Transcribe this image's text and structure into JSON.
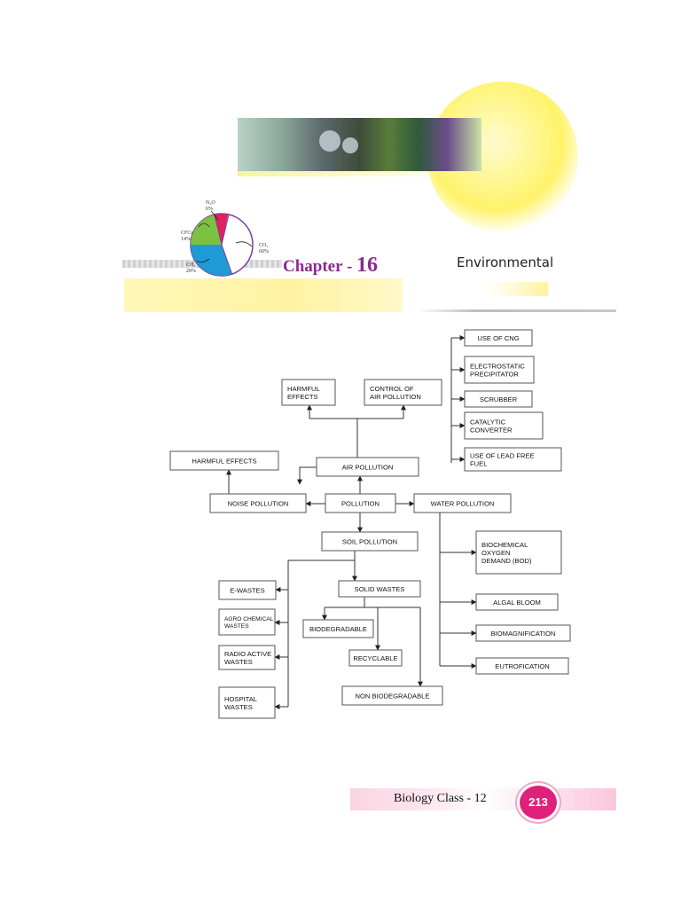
{
  "header": {
    "chapter_prefix": "Chapter - ",
    "chapter_number": "16",
    "title": "Environmental",
    "pie": {
      "labels": {
        "n2o": "N₂O\n6%",
        "cfcs": "CFCs\n14%",
        "co2": "CO₂\n60%",
        "ch4": "CH₄\n20%"
      },
      "colors": {
        "n2o": "#e0215f",
        "cfcs": "#7cc242",
        "ch4": "#1e9ad6",
        "co2": "#ffffff",
        "outline": "#7b3fa0"
      }
    }
  },
  "flowchart": {
    "nodes": [
      {
        "id": "use-of-cng",
        "label": "USE OF CNG"
      },
      {
        "id": "electrostatic-precipitator",
        "label": "ELECTROSTATIC\nPRECIPITATOR"
      },
      {
        "id": "scrubber",
        "label": "SCRUBBER"
      },
      {
        "id": "catalytic-converter",
        "label": "CATALYTIC\nCONVERTER"
      },
      {
        "id": "use-of-lead-free-fuel",
        "label": "USE OF LEAD FREE\nFUEL"
      },
      {
        "id": "harmful-effects-air",
        "label": "HARMFUL\nEFFECTS"
      },
      {
        "id": "control-of-air-pollution",
        "label": "CONTROL OF\nAIR POLLUTION"
      },
      {
        "id": "harmful-effects-noise",
        "label": "HARMFUL EFFECTS"
      },
      {
        "id": "air-pollution",
        "label": "AIR POLLUTION"
      },
      {
        "id": "noise-pollution",
        "label": "NOISE POLLUTION"
      },
      {
        "id": "pollution",
        "label": "POLLUTION"
      },
      {
        "id": "water-pollution",
        "label": "WATER POLLUTION"
      },
      {
        "id": "soil-pollution",
        "label": "SOIL POLLUTION"
      },
      {
        "id": "biochemical-oxygen-demand",
        "label": "BIOCHEMICAL\nOXYGEN\nDEMAND (BOD)"
      },
      {
        "id": "e-wastes",
        "label": "E-WASTES"
      },
      {
        "id": "solid-wastes",
        "label": "SOLID WASTES"
      },
      {
        "id": "algal-bloom",
        "label": "ALGAL BLOOM"
      },
      {
        "id": "agro-chemical-wastes",
        "label": "AGRO CHEMICAL\nWASTES"
      },
      {
        "id": "biodegradable",
        "label": "BIODEGRADABLE"
      },
      {
        "id": "biomagnification",
        "label": "BIOMAGNIFICATION"
      },
      {
        "id": "radio-active-wastes",
        "label": "RADIO ACTIVE\nWASTES"
      },
      {
        "id": "recyclable",
        "label": "RECYCLABLE"
      },
      {
        "id": "eutrofication",
        "label": "EUTROFICATION"
      },
      {
        "id": "hospital-wastes",
        "label": "HOSPITAL\nWASTES"
      },
      {
        "id": "non-biodegradable",
        "label": "NON BIODEGRADABLE"
      }
    ]
  },
  "footer": {
    "book_label": "Biology Class - 12",
    "page_number": "213"
  }
}
